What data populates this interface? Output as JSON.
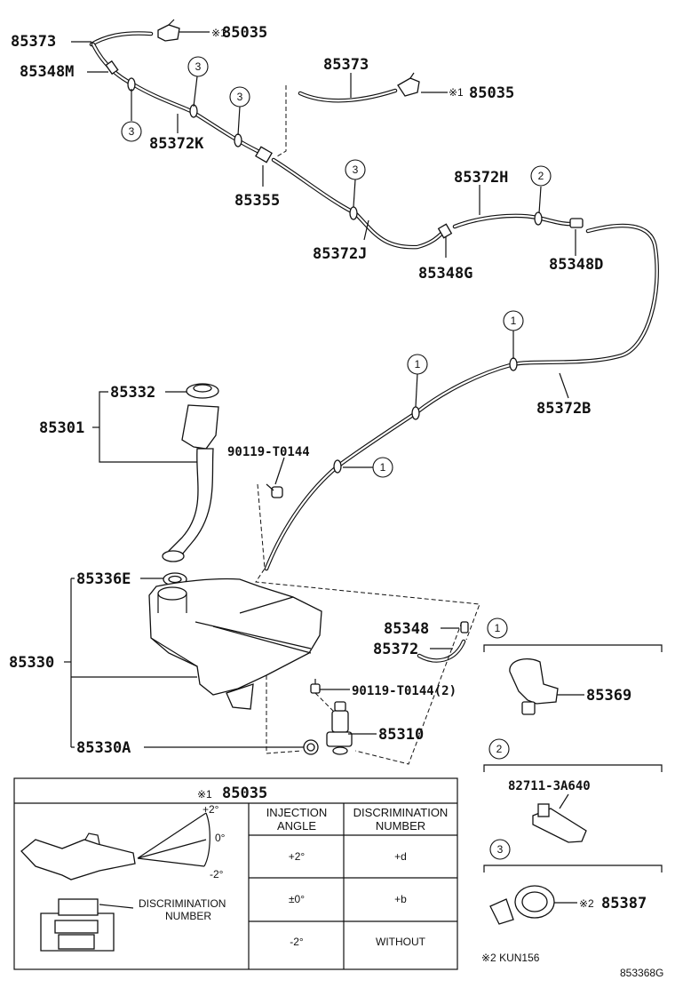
{
  "labels": {
    "p85373_top": "85373",
    "p85035_top_mark": "※1",
    "p85035_top": "85035",
    "p85348M": "85348M",
    "p85373_mid": "85373",
    "p85035_mid_mark": "※1",
    "p85035_mid": "85035",
    "p85372K": "85372K",
    "p85355": "85355",
    "p85372H": "85372H",
    "p85372J": "85372J",
    "p85348G": "85348G",
    "p85348D": "85348D",
    "p85372B": "85372B",
    "p85332": "85332",
    "p85301": "85301",
    "p90119_a": "90119-T0144",
    "p85336E": "85336E",
    "p85348": "85348",
    "p85372": "85372",
    "p85330": "85330",
    "p90119_b": "90119-T0144(2)",
    "p85369": "85369",
    "p85310": "85310",
    "p85330A": "85330A",
    "p82711": "82711-3A640",
    "p85387_mark": "※2",
    "p85387": "85387",
    "footnote": "※2 KUN156",
    "figure_code": "853368G"
  },
  "callouts": {
    "c1": "1",
    "c2": "2",
    "c3": "3"
  },
  "table": {
    "title_mark": "※1",
    "title": "85035",
    "col1": [
      "INJECTION",
      "ANGLE"
    ],
    "col2": [
      "DISCRIMINATION",
      "NUMBER"
    ],
    "rows": [
      {
        "angle": "+2°",
        "number": "+d"
      },
      {
        "angle": "±0°",
        "number": "+b"
      },
      {
        "angle": "-2°",
        "number": "WITHOUT"
      }
    ],
    "angle_marks": {
      "up": "+2°",
      "zero": "0°",
      "down": "-2°"
    },
    "discrimination_label": [
      "DISCRIMINATION",
      "NUMBER"
    ]
  }
}
